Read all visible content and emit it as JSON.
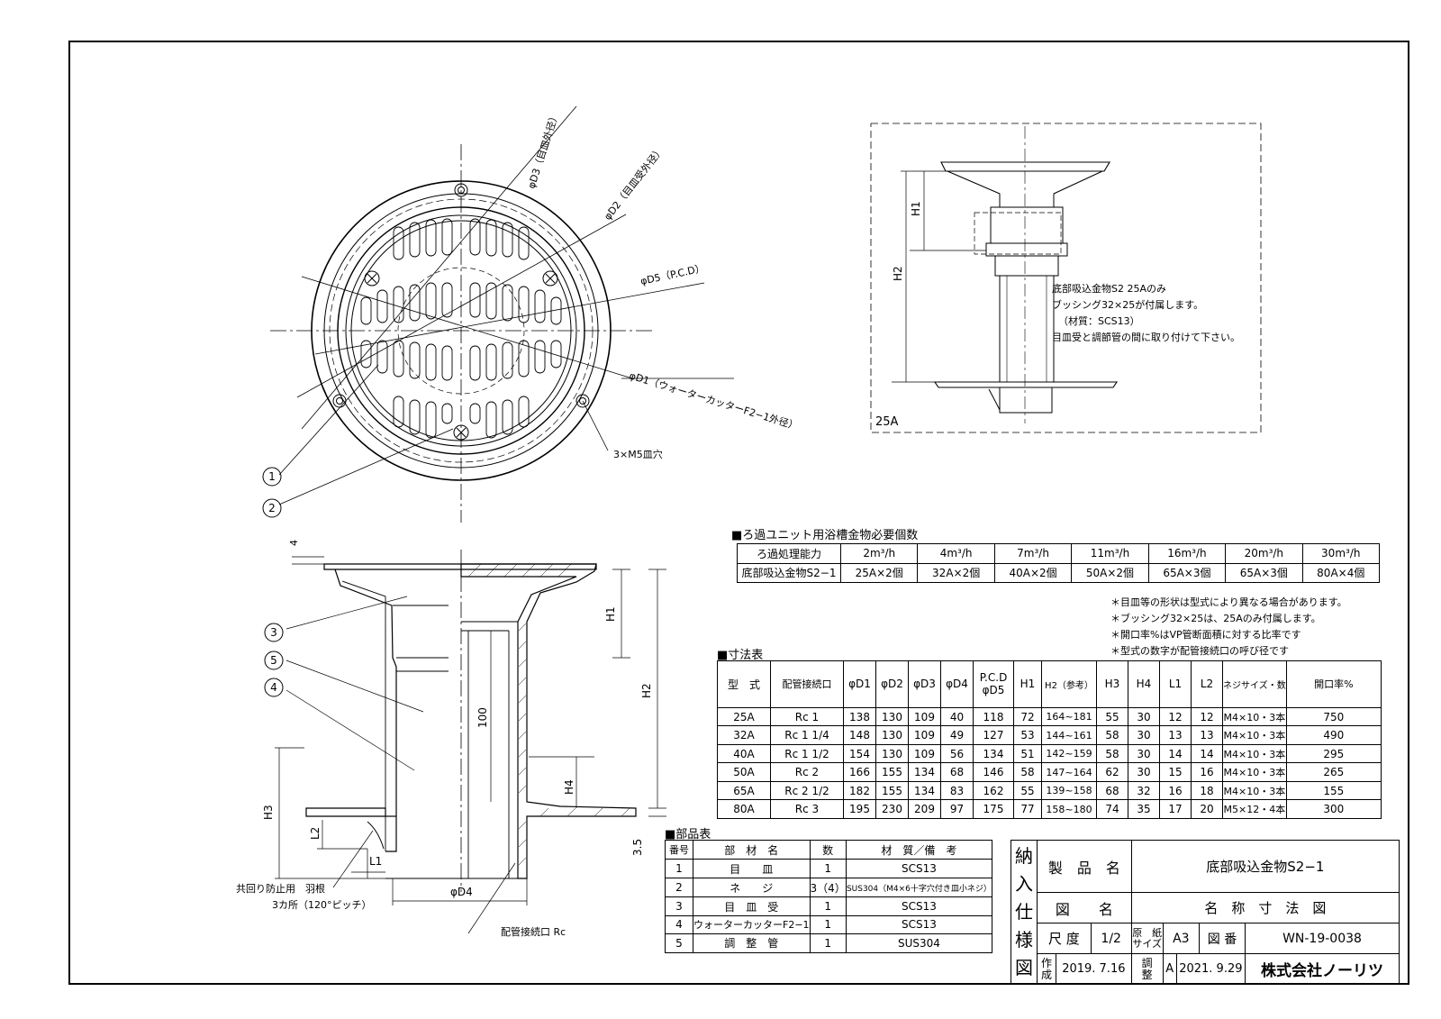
{
  "plan_view": {
    "labels": {
      "d3": "φD3（目皿外径）",
      "d2": "φD2（目皿受外径）",
      "d5": "φD5（P.C.D）",
      "d1": "φD1（ウォーターカッターF2−1外径）",
      "holes": "3×M5皿穴"
    },
    "callouts": [
      "1",
      "2"
    ]
  },
  "section_view": {
    "dims": {
      "four": "4",
      "h1": "H1",
      "h2": "H2",
      "h3": "H3",
      "h4": "H4",
      "l1": "L1",
      "l2": "L2",
      "d4": "φD4",
      "hundred": "100",
      "three_five": "3.5"
    },
    "callouts": [
      "3",
      "5",
      "4"
    ],
    "notes": {
      "vane": "共回り防止用　羽根",
      "vane_pitch": "3カ所（120°ピッチ）",
      "pipe_port": "配管接続口  Rc"
    }
  },
  "detail_25a": {
    "label": "25A",
    "h1": "H1",
    "h2": "H2",
    "note_lines": [
      "底部吸込金物S2  25Aのみ",
      "ブッシング32×25が付属します。",
      "（材質：SCS13）",
      "目皿受と調節管の間に取り付けて下さい。"
    ]
  },
  "filter_table": {
    "title": "■ろ過ユニット用浴槽金物必要個数",
    "header": [
      "ろ過処理能力",
      "2m³/h",
      "4m³/h",
      "7m³/h",
      "11m³/h",
      "16m³/h",
      "20m³/h",
      "30m³/h"
    ],
    "row": [
      "底部吸込金物S2−1",
      "25A×2個",
      "32A×2個",
      "40A×2個",
      "50A×2個",
      "65A×3個",
      "65A×3個",
      "80A×4個"
    ]
  },
  "notes": [
    "＊目皿等の形状は型式により異なる場合があります。",
    "＊ブッシング32×25は、25Aのみ付属します。",
    "＊開口率%はVP管断面積に対する比率です",
    "＊型式の数字が配管接続口の呼び径です"
  ],
  "dimension_table": {
    "title": "■寸法表",
    "header": [
      "型　式",
      "配管接続口",
      "φD1",
      "φD2",
      "φD3",
      "φD4",
      "P.C.D\nφD5",
      "H1",
      "H2（参考）",
      "H3",
      "H4",
      "L1",
      "L2",
      "ネジサイズ・数",
      "開口率%"
    ],
    "rows": [
      [
        "25A",
        "Rc 1",
        "138",
        "130",
        "109",
        "40",
        "118",
        "72",
        "164~181",
        "55",
        "30",
        "12",
        "12",
        "M4×10・3本",
        "750"
      ],
      [
        "32A",
        "Rc 1 1/4",
        "148",
        "130",
        "109",
        "49",
        "127",
        "53",
        "144~161",
        "58",
        "30",
        "13",
        "13",
        "M4×10・3本",
        "490"
      ],
      [
        "40A",
        "Rc 1 1/2",
        "154",
        "130",
        "109",
        "56",
        "134",
        "51",
        "142~159",
        "58",
        "30",
        "14",
        "14",
        "M4×10・3本",
        "295"
      ],
      [
        "50A",
        "Rc 2",
        "166",
        "155",
        "134",
        "68",
        "146",
        "58",
        "147~164",
        "62",
        "30",
        "15",
        "16",
        "M4×10・3本",
        "265"
      ],
      [
        "65A",
        "Rc 2 1/2",
        "182",
        "155",
        "134",
        "83",
        "162",
        "55",
        "139~158",
        "68",
        "32",
        "16",
        "18",
        "M4×10・3本",
        "155"
      ],
      [
        "80A",
        "Rc 3",
        "195",
        "230",
        "209",
        "97",
        "175",
        "77",
        "158~180",
        "74",
        "35",
        "17",
        "20",
        "M5×12・4本",
        "300"
      ]
    ]
  },
  "parts_table": {
    "title": "■部品表",
    "header": [
      "番号",
      "部　材　名",
      "数",
      "材　質／備　考"
    ],
    "rows": [
      [
        "1",
        "目　　皿",
        "1",
        "SCS13"
      ],
      [
        "2",
        "ネ　　ジ",
        "3（4）",
        "SUS304（M4×6十字穴付き皿小ネジ）"
      ],
      [
        "3",
        "目　皿　受",
        "1",
        "SCS13"
      ],
      [
        "4",
        "ウォーターカッターF2−1",
        "1",
        "SCS13"
      ],
      [
        "5",
        "調　整　管",
        "1",
        "SUS304"
      ]
    ]
  },
  "title_block": {
    "side_chars": [
      "納",
      "入",
      "仕",
      "様",
      "図"
    ],
    "product_label": "製　品　名",
    "product_value": "底部吸込金物S2−1",
    "drawing_label": "図　　名",
    "drawing_value": "名　称　寸　法　図",
    "scale_label": "尺 度",
    "scale_value": "1/2",
    "paper_label": "原　紙\nサイズ",
    "paper_value": "A3",
    "number_label": "図 番",
    "number_value": "WN-19-0038",
    "created_label": "作\n成",
    "created_value": "2019. 7.16",
    "revised_label": "調\n整",
    "revised_mark": "A",
    "revised_value": "2021. 9.29",
    "company": "株式会社ノーリツ"
  }
}
